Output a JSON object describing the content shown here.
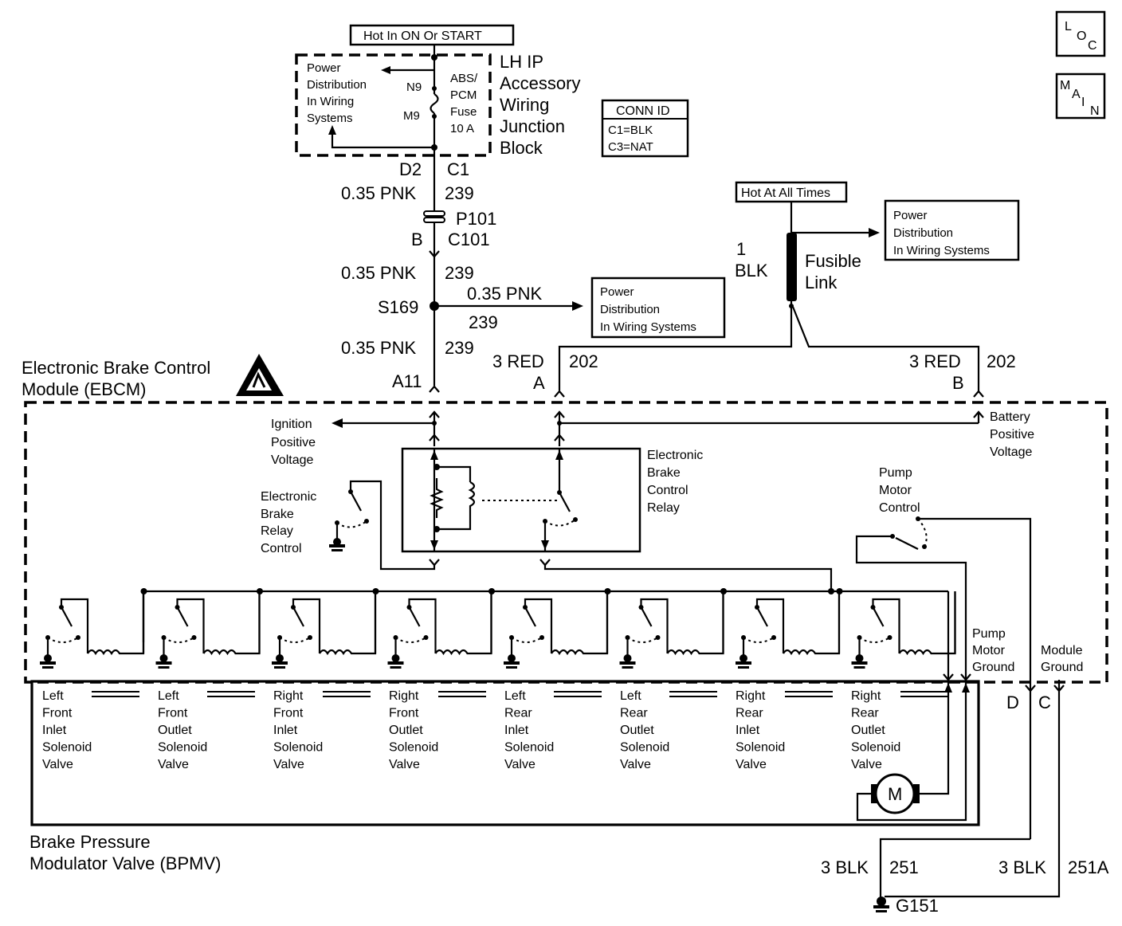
{
  "badges": {
    "loc": [
      "L",
      "O",
      "C"
    ],
    "main": [
      "M",
      "A",
      "I",
      "N"
    ]
  },
  "top": {
    "hot_label": "Hot In ON Or START",
    "pd_box": [
      "Power",
      "Distribution",
      "In Wiring",
      "Systems"
    ],
    "n9": "N9",
    "m9": "M9",
    "fuse": [
      "ABS/",
      "PCM",
      "Fuse",
      "10 A"
    ],
    "block": [
      "LH IP",
      "Accessory",
      "Wiring",
      "Junction",
      "Block"
    ],
    "conn_title": "CONN ID",
    "conn_rows": [
      "C1=BLK",
      "C3=NAT"
    ]
  },
  "wire": {
    "d2": "D2",
    "c1": "C1",
    "w1_gauge": "0.35 PNK",
    "w1_num": "239",
    "p101": "P101",
    "b": "B",
    "c101": "C101",
    "w2_gauge": "0.35 PNK",
    "w2_num": "239",
    "s169": "S169",
    "branch_gauge": "0.35 PNK",
    "branch_num": "239",
    "branch_pd": [
      "Power",
      "Distribution",
      "In Wiring Systems"
    ],
    "w3_gauge": "0.35 PNK",
    "w3_num": "239",
    "a11": "A11"
  },
  "battery": {
    "hot_label": "Hot At All Times",
    "pd_box": [
      "Power",
      "Distribution",
      "In Wiring Systems"
    ],
    "link_gauge": [
      "1",
      "BLK"
    ],
    "link_label": [
      "Fusible",
      "Link"
    ],
    "a_gauge": "3 RED",
    "a_num": "202",
    "a_pin": "A",
    "b_gauge": "3 RED",
    "b_num": "202",
    "b_pin": "B"
  },
  "ebcm": {
    "title": [
      "Electronic Brake Control",
      "Module (EBCM)"
    ],
    "ign": [
      "Ignition",
      "Positive",
      "Voltage"
    ],
    "bat": [
      "Battery",
      "Positive",
      "Voltage"
    ],
    "relay": [
      "Electronic",
      "Brake",
      "Control",
      "Relay"
    ],
    "relay_ctrl": [
      "Electronic",
      "Brake",
      "Relay",
      "Control"
    ],
    "pump_ctrl": [
      "Pump",
      "Motor",
      "Control"
    ],
    "pump_gnd": [
      "Pump",
      "Motor",
      "Ground"
    ],
    "mod_gnd": [
      "Module",
      "Ground"
    ],
    "pin_d": "D",
    "pin_c": "C"
  },
  "valves": [
    [
      "Left",
      "Front",
      "Inlet",
      "Solenoid",
      "Valve"
    ],
    [
      "Left",
      "Front",
      "Outlet",
      "Solenoid",
      "Valve"
    ],
    [
      "Right",
      "Front",
      "Inlet",
      "Solenoid",
      "Valve"
    ],
    [
      "Right",
      "Front",
      "Outlet",
      "Solenoid",
      "Valve"
    ],
    [
      "Left",
      "Rear",
      "Inlet",
      "Solenoid",
      "Valve"
    ],
    [
      "Left",
      "Rear",
      "Outlet",
      "Solenoid",
      "Valve"
    ],
    [
      "Right",
      "Rear",
      "Inlet",
      "Solenoid",
      "Valve"
    ],
    [
      "Right",
      "Rear",
      "Outlet",
      "Solenoid",
      "Valve"
    ]
  ],
  "bpmv": {
    "title": [
      "Brake Pressure",
      "Modulator Valve (BPMV)"
    ],
    "motor": "M"
  },
  "ground": {
    "g1_gauge": "3 BLK",
    "g1_num": "251",
    "g2_gauge": "3 BLK",
    "g2_num": "251A",
    "g151": "G151"
  }
}
